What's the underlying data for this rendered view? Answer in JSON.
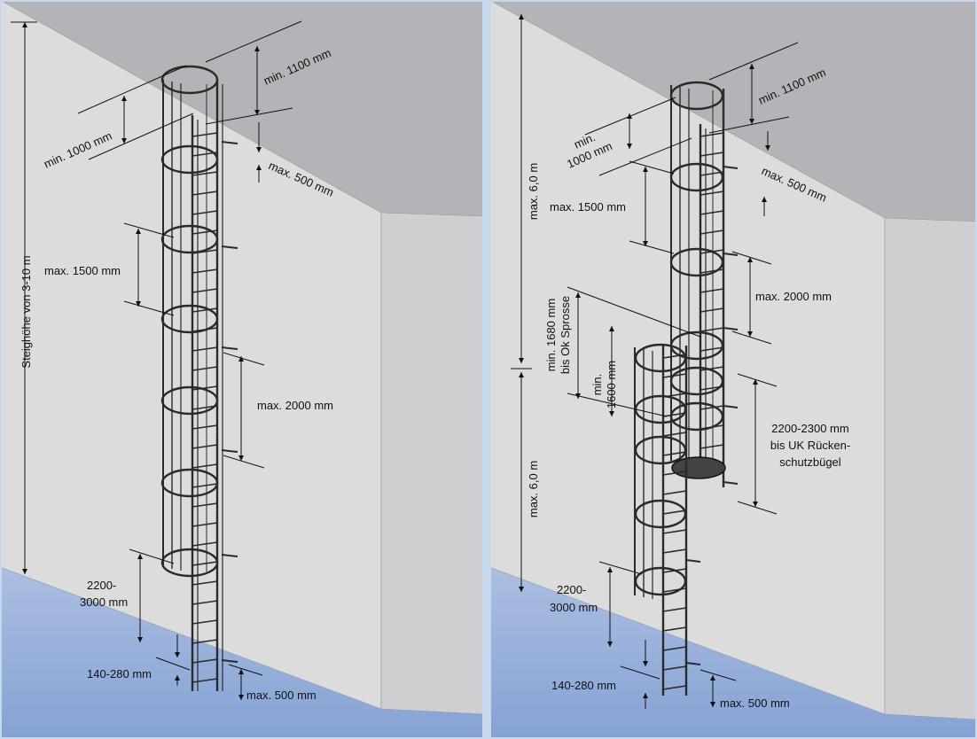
{
  "colors": {
    "wall_front": "#dcdcdc",
    "wall_top": "#b4b4b8",
    "ledge": "#cfcfd2",
    "floor_top": "#ffffff",
    "floor_bottom": "#86a2d4",
    "ladder": "#2a2a2a",
    "frame": "#c8d8ec"
  },
  "left_panel": {
    "climb_height": "Steighöhe von 3-10 m",
    "top_extension": "min. 1100 mm",
    "top_cage_depth": "min. 1000 mm",
    "top_bracket": "max. 500 mm",
    "cage_spacing": "max. 1500 mm",
    "bracket_spacing": "max. 2000 mm",
    "cage_start_line1": "2200-",
    "cage_start_line2": "3000 mm",
    "floor_offset": "140-280 mm",
    "bottom_bracket": "max. 500 mm"
  },
  "right_panel": {
    "upper_section": "max. 6,0 m",
    "lower_section": "max. 6,0 m",
    "top_extension": "min. 1100 mm",
    "top_cage_line1": "min.",
    "top_cage_line2": "1000 mm",
    "top_bracket": "max. 500 mm",
    "cage_spacing": "max. 1500 mm",
    "bracket_spacing": "max. 2000 mm",
    "rung_line1": "min. 1680 mm",
    "rung_line2": "bis Ok Sprosse",
    "platform_line1": "min.",
    "platform_line2": "1600 mm",
    "cage_bottom_line1": "2200-2300 mm",
    "cage_bottom_line2": "bis UK Rücken-",
    "cage_bottom_line3": "schutzbügel",
    "cage_start_line1": "2200-",
    "cage_start_line2": "3000 mm",
    "floor_offset": "140-280 mm",
    "bottom_bracket": "max. 500 mm"
  }
}
